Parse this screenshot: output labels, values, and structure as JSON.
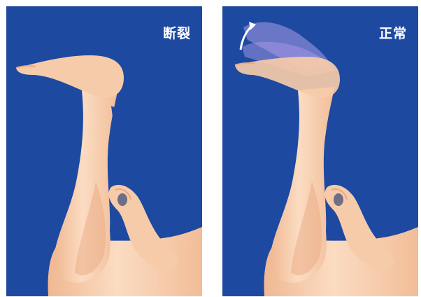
{
  "panels": [
    {
      "label": "断裂",
      "state": "ruptured"
    },
    {
      "label": "正常",
      "state": "normal"
    }
  ],
  "colors": {
    "background": "#1d49a0",
    "skin": "#f6cba9",
    "skin_shadow": "#e9a983",
    "motion_ghost": "#a99ae6",
    "motion_arrow": "#ffffff",
    "pinch_spot": "#6f6e86"
  }
}
